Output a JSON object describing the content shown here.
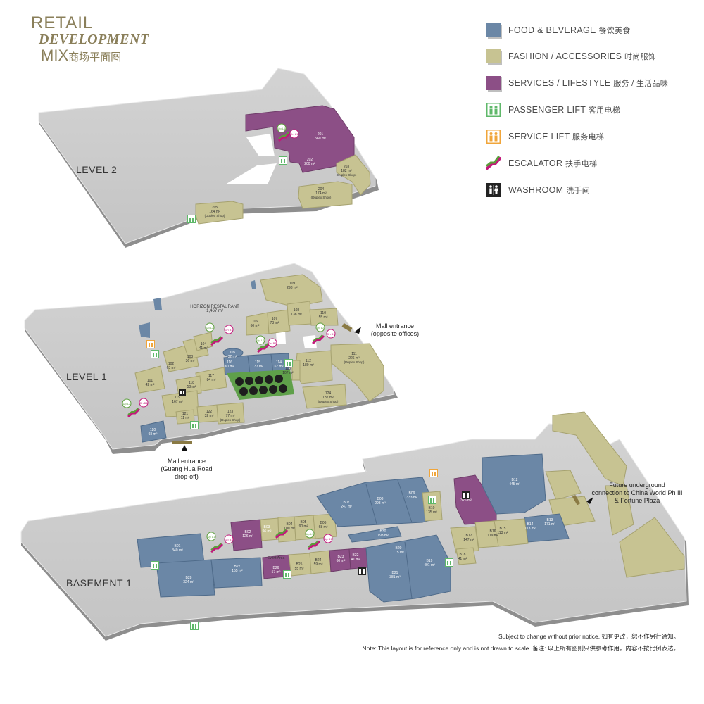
{
  "title": {
    "line1": "RETAIL",
    "line2": "DEVELOPMENT",
    "line3": "MIX",
    "line3_zh": "商场平面图"
  },
  "legend": [
    {
      "label": "FOOD & BEVERAGE",
      "zh": "餐饮美食",
      "icon": "food-beverage-swatch",
      "color": "#6b87a6"
    },
    {
      "label": "FASHION / ACCESSORIES",
      "zh": "时尚服饰",
      "icon": "fashion-accessories-swatch",
      "color": "#c7c392"
    },
    {
      "label": "SERVICES / LIFESTYLE",
      "zh": "服务 / 生活品味",
      "icon": "services-lifestyle-swatch",
      "color": "#8c4f86"
    },
    {
      "label": "PASSENGER LIFT",
      "zh": "客用电梯",
      "icon": "passenger-lift-icon",
      "color": "#5fb86a"
    },
    {
      "label": "SERVICE LIFT",
      "zh": "服务电梯",
      "icon": "service-lift-icon",
      "color": "#f0a53a"
    },
    {
      "label": "ESCALATOR",
      "zh": "扶手电梯",
      "icon": "escalator-icon",
      "color": "#c2187a"
    },
    {
      "label": "WASHROOM",
      "zh": "洗手间",
      "icon": "washroom-icon",
      "color": "#222222"
    }
  ],
  "levels": {
    "level2": "LEVEL 2",
    "level1": "LEVEL 1",
    "basement1": "BASEMENT 1"
  },
  "level2_units": [
    {
      "id": "201",
      "area": "560 m²",
      "sub": ""
    },
    {
      "id": "202",
      "area": "200 m²",
      "sub": ""
    },
    {
      "id": "203",
      "area": "182 m²",
      "sub": "(Duplex Shop)"
    },
    {
      "id": "204",
      "area": "174 m²",
      "sub": "(Duplex Shop)"
    },
    {
      "id": "205",
      "area": "164 m²",
      "sub": "(Duplex Shop)"
    }
  ],
  "level1_units": [
    {
      "id": "101",
      "area": "42 m²",
      "sub": ""
    },
    {
      "id": "102",
      "area": "63 m²",
      "sub": ""
    },
    {
      "id": "103",
      "area": "36 m²",
      "sub": ""
    },
    {
      "id": "104",
      "area": "41 m²",
      "sub": ""
    },
    {
      "id": "105",
      "area": "32 m²",
      "sub": ""
    },
    {
      "id": "106",
      "area": "60 m²",
      "sub": ""
    },
    {
      "id": "107",
      "area": "73 m²",
      "sub": ""
    },
    {
      "id": "108",
      "area": "138 m²",
      "sub": ""
    },
    {
      "id": "109",
      "area": "298 m²",
      "sub": ""
    },
    {
      "id": "110",
      "area": "55 m²",
      "sub": ""
    },
    {
      "id": "111",
      "area": "226 m²",
      "sub": "(Duplex Shop)"
    },
    {
      "id": "112",
      "area": "180 m²",
      "sub": ""
    },
    {
      "id": "113",
      "area": "107 m²",
      "sub": ""
    },
    {
      "id": "114",
      "area": "67 m²",
      "sub": ""
    },
    {
      "id": "115",
      "area": "137 m²",
      "sub": ""
    },
    {
      "id": "116",
      "area": "60 m²",
      "sub": ""
    },
    {
      "id": "117",
      "area": "84 m²",
      "sub": ""
    },
    {
      "id": "118",
      "area": "58 m²",
      "sub": ""
    },
    {
      "id": "119",
      "area": "167 m²",
      "sub": ""
    },
    {
      "id": "120",
      "area": "93 m²",
      "sub": ""
    },
    {
      "id": "121",
      "area": "11 m²",
      "sub": ""
    },
    {
      "id": "122",
      "area": "32 m²",
      "sub": ""
    },
    {
      "id": "123",
      "area": "77 m²",
      "sub": "(Duplex Shop)"
    },
    {
      "id": "124",
      "area": "137 m²",
      "sub": "(Duplex Shop)"
    }
  ],
  "level1_restaurant": {
    "name": "HORIZON RESTAURANT",
    "area": "1,467 m²"
  },
  "basement_units": [
    {
      "id": "B01",
      "area": "340 m²"
    },
    {
      "id": "B02",
      "area": "126 m²"
    },
    {
      "id": "B03",
      "area": "96 m²"
    },
    {
      "id": "B04",
      "area": "100 m²"
    },
    {
      "id": "B05",
      "area": "90 m²"
    },
    {
      "id": "B06",
      "area": "68 m²"
    },
    {
      "id": "B07",
      "area": "247 m²"
    },
    {
      "id": "B08",
      "area": "298 m²"
    },
    {
      "id": "B09",
      "area": "333 m²"
    },
    {
      "id": "B10",
      "area": "135 m²"
    },
    {
      "id": "B11",
      "area": "326 m²"
    },
    {
      "id": "B12",
      "area": "445 m²"
    },
    {
      "id": "B13",
      "area": "171 m²"
    },
    {
      "id": "B14",
      "area": "113 m²"
    },
    {
      "id": "B15",
      "area": "113 m²"
    },
    {
      "id": "B16",
      "area": "119 m²"
    },
    {
      "id": "B17",
      "area": "147 m²"
    },
    {
      "id": "B18",
      "area": "41 m²"
    },
    {
      "id": "B19",
      "area": "401 m²"
    },
    {
      "id": "B20",
      "area": "175 m²"
    },
    {
      "id": "B21",
      "area": "381 m²"
    },
    {
      "id": "B22",
      "area": "41 m²"
    },
    {
      "id": "B23",
      "area": "60 m²"
    },
    {
      "id": "B24",
      "area": "59 m²"
    },
    {
      "id": "B25",
      "area": "55 m²"
    },
    {
      "id": "B26",
      "area": "57 m²"
    },
    {
      "id": "B27",
      "area": "155 m²"
    },
    {
      "id": "B28",
      "area": "324 m²"
    },
    {
      "id": "B30",
      "area": "193 m²"
    }
  ],
  "basement_event_area": "Event Area",
  "escalator_tags": {
    "up_l1": "Up L1",
    "up_l2": "Up L2",
    "dn_b1": "Dn B1",
    "dn_l1": "Dn L1",
    "up_b1": "Up B1"
  },
  "annotations": {
    "mall_entrance_offices_line1": "Mall entrance",
    "mall_entrance_offices_line2": "(opposite offices)",
    "mall_entrance_guanghua_line1": "Mall entrance",
    "mall_entrance_guanghua_line2": "(Guang Hua Road",
    "mall_entrance_guanghua_line3": "drop-off)",
    "future_line1": "Future underground",
    "future_line2": "connection to China World Ph III",
    "future_line3": "& Fortune Plaza"
  },
  "notes": {
    "note1": "Subject to change without prior notice.  如有更改，恕不作另行通知。",
    "note2": "Note: This layout is for reference only and is not drawn to scale.   备注: 以上所有图则只供参考作用。内容不按比例表达。"
  }
}
